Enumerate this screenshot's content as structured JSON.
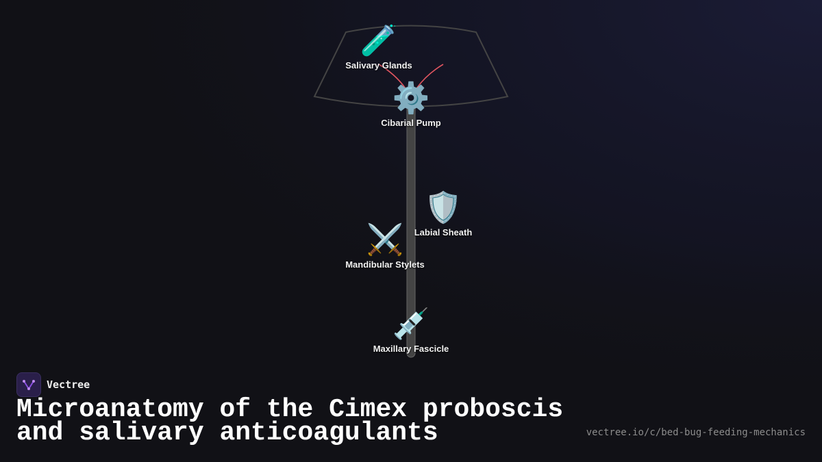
{
  "diagram": {
    "nodes": {
      "salivary_glands": {
        "icon": "test-tube-icon",
        "glyph": "🧪",
        "label": "Salivary Glands"
      },
      "cibarial_pump": {
        "icon": "gear-icon",
        "glyph": "⚙️",
        "label": "Cibarial Pump"
      },
      "labial_sheath": {
        "icon": "shield-icon",
        "glyph": "🛡️",
        "label": "Labial Sheath"
      },
      "mandibular_stylets": {
        "icon": "crossed-swords-icon",
        "glyph": "⚔️",
        "label": "Mandibular Stylets"
      },
      "maxillary_fascicle": {
        "icon": "syringe-icon",
        "glyph": "💉",
        "label": "Maxillary Fascicle"
      }
    },
    "colors": {
      "outline": "#444444",
      "connector": "#e05560",
      "proboscis": "#5a5a5a"
    }
  },
  "brand": {
    "name": "Vectree",
    "logo_icon": "vectree-logo-icon",
    "logo_color": "#8a4fe0"
  },
  "title": {
    "line1": "Microanatomy of the Cimex proboscis",
    "line2": "and salivary anticoagulants"
  },
  "url": "vectree.io/c/bed-bug-feeding-mechanics"
}
